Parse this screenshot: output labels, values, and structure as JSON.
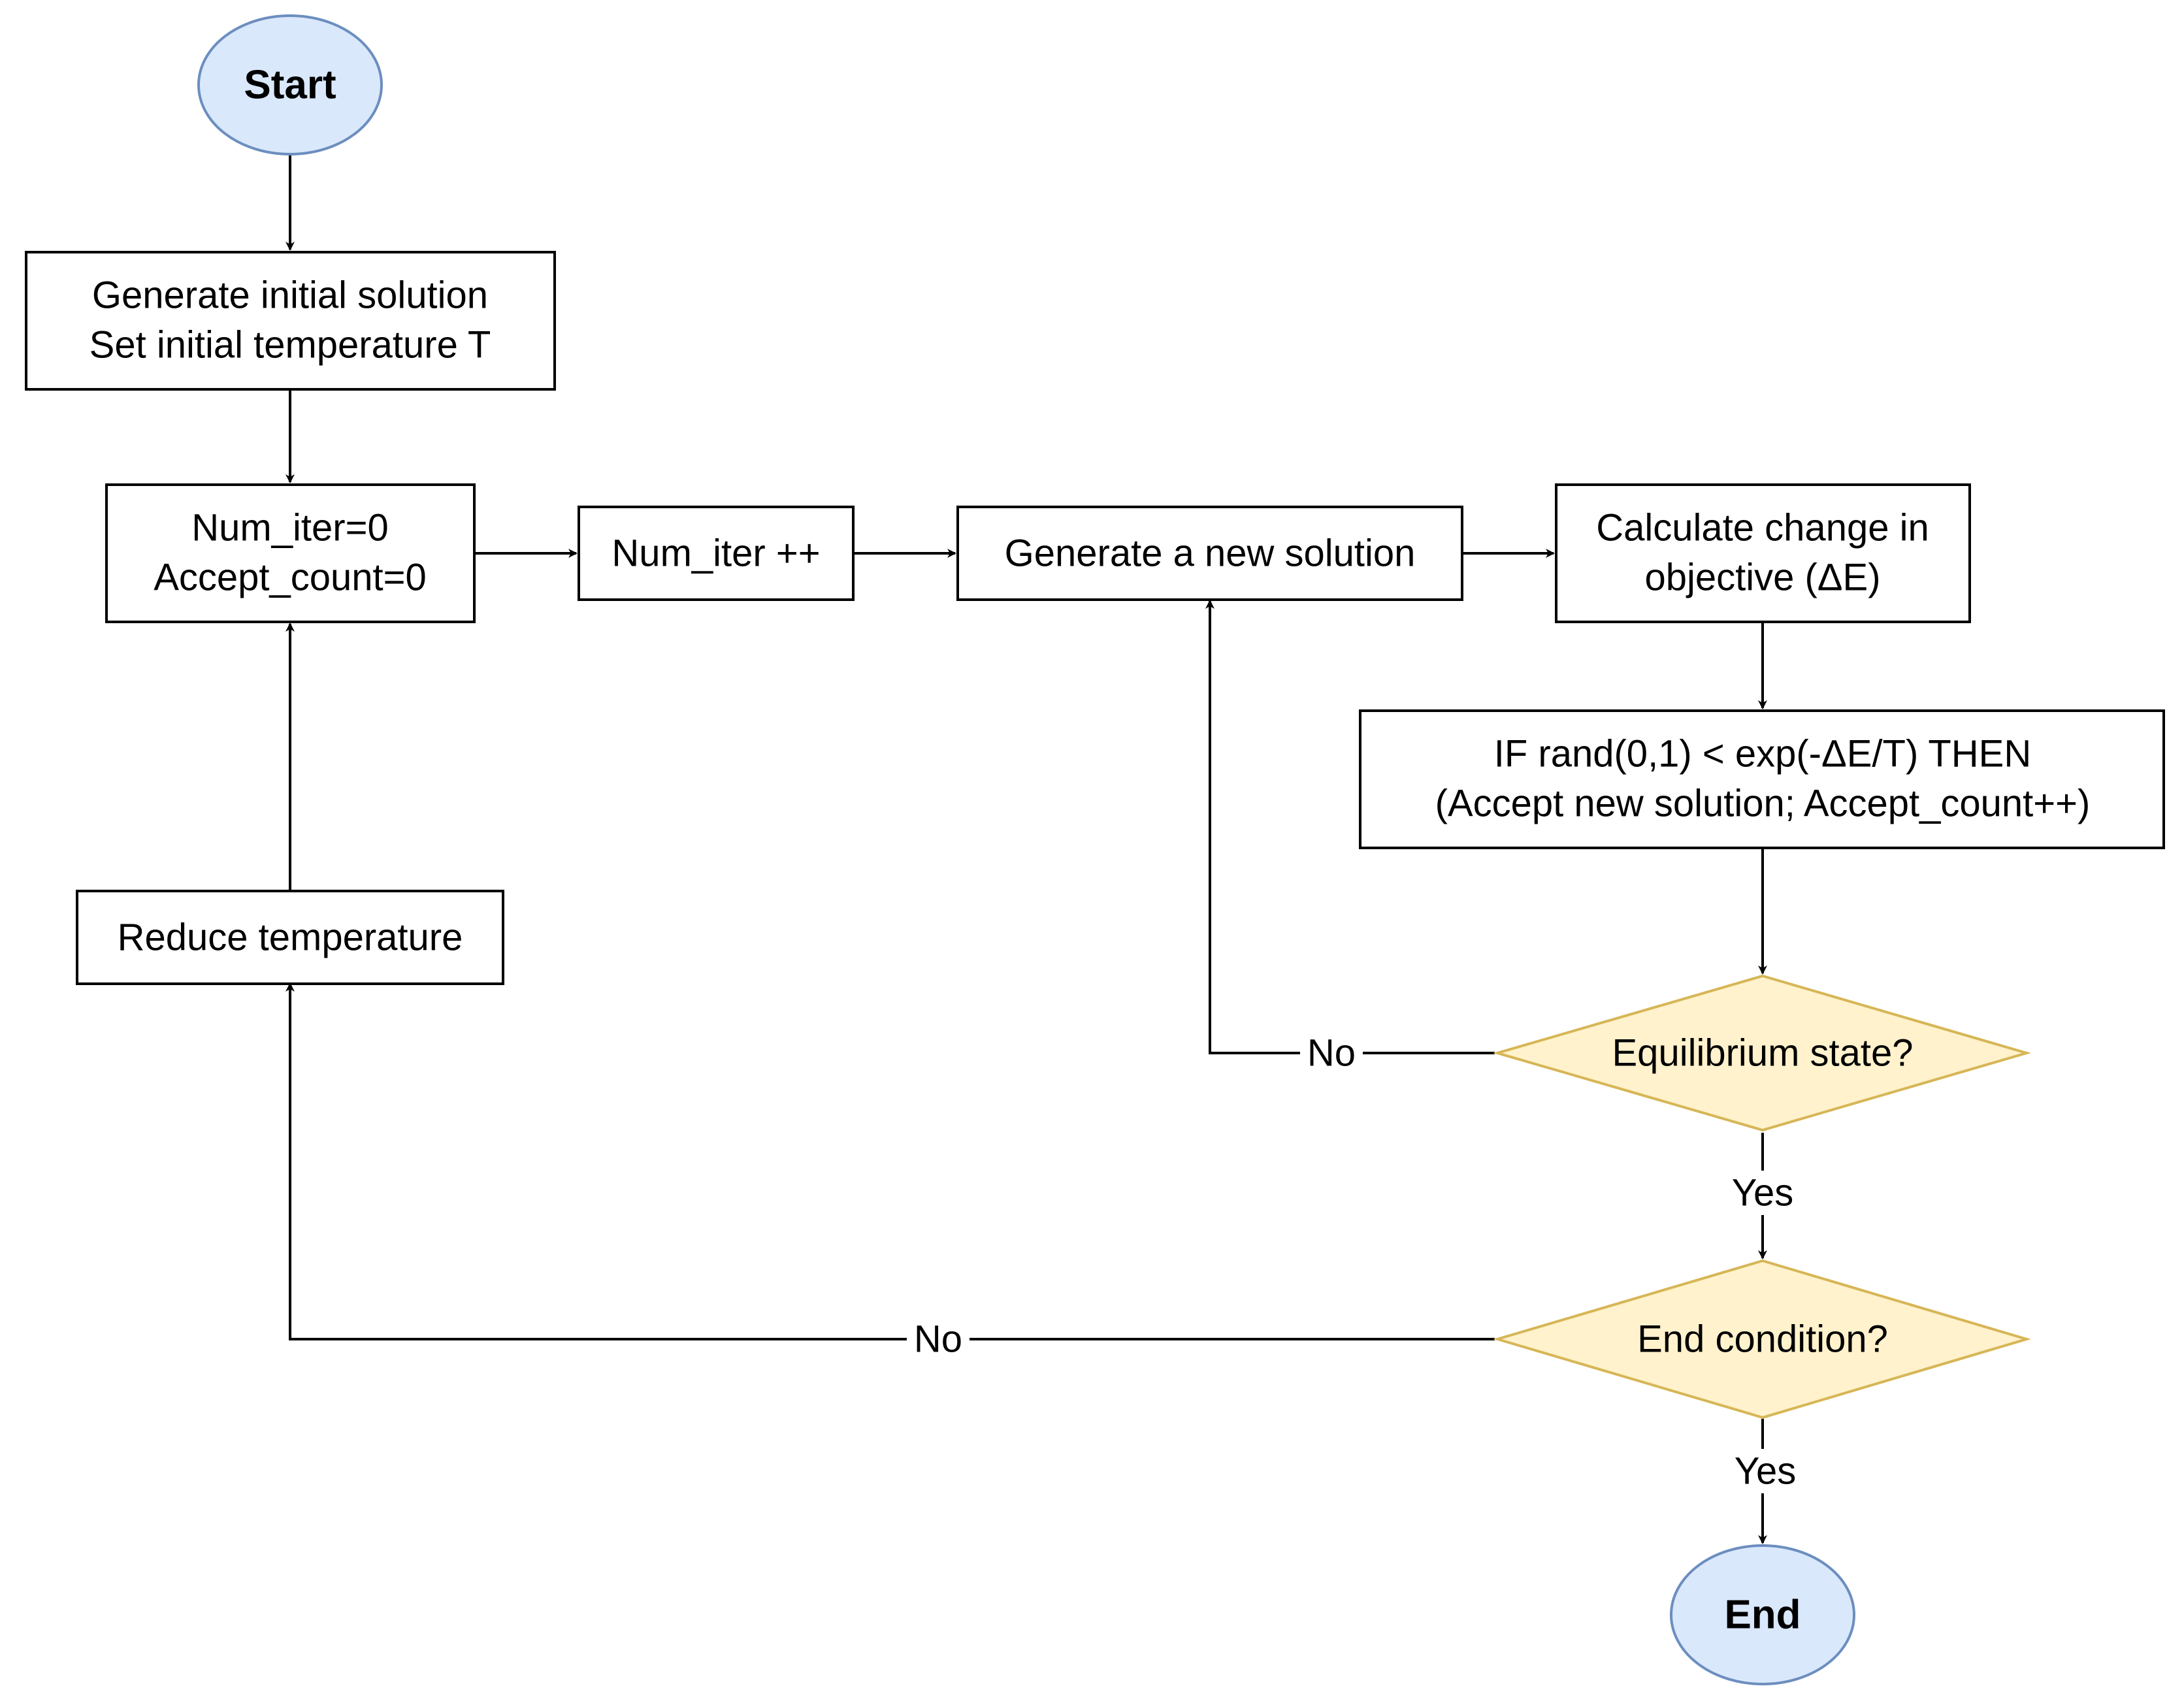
{
  "nodes": {
    "start": {
      "label": "Start",
      "fill": "#dae8fc",
      "stroke": "#6c8ebf"
    },
    "init": {
      "line1": "Generate initial solution",
      "line2": "Set initial temperature T"
    },
    "reset": {
      "line1": "Num_iter=0",
      "line2": "Accept_count=0"
    },
    "increment": {
      "label": "Num_iter ++"
    },
    "generate": {
      "label": "Generate a new solution"
    },
    "calculate": {
      "line1": "Calculate change in",
      "line2": "objective (ΔE)"
    },
    "accept": {
      "line1": "IF rand(0,1) < exp(-ΔE/T) THEN",
      "line2": "(Accept new solution; Accept_count++)"
    },
    "equilibrium": {
      "label": "Equilibrium state?",
      "fill": "#fff2cc",
      "stroke": "#d6b656"
    },
    "end_condition": {
      "label": "End condition?",
      "fill": "#fff2cc",
      "stroke": "#d6b656"
    },
    "reduce": {
      "label": "Reduce temperature"
    },
    "end": {
      "label": "End",
      "fill": "#dae8fc",
      "stroke": "#6c8ebf"
    }
  },
  "edges": {
    "equilibrium_no": "No",
    "equilibrium_yes": "Yes",
    "end_condition_no": "No",
    "end_condition_yes": "Yes"
  }
}
